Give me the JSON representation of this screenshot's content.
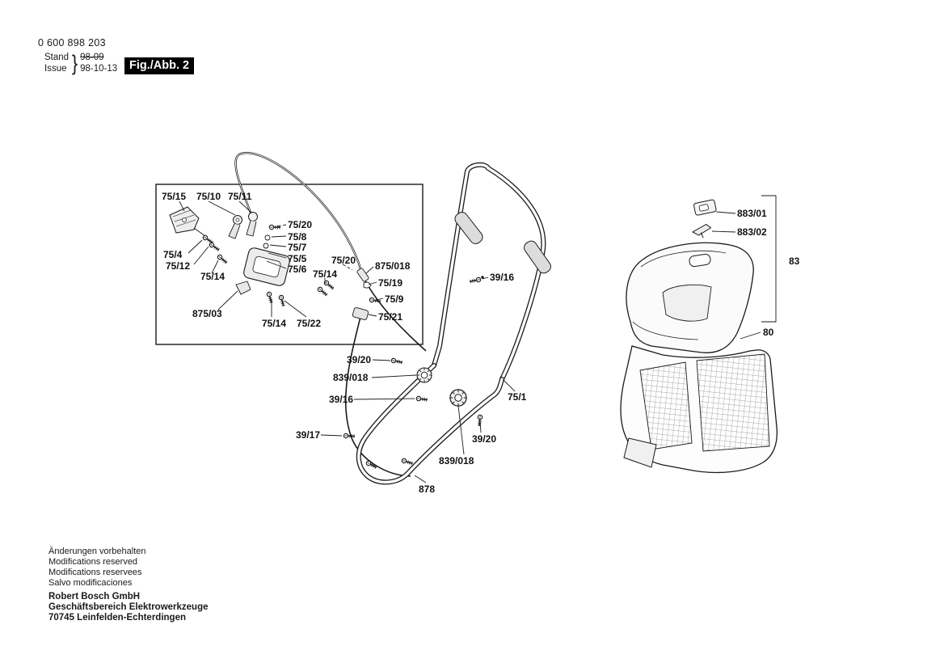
{
  "header": {
    "part_number": "0 600 898 203",
    "stand_label": "Stand",
    "issue_label": "Issue",
    "brace": "}",
    "stand_value": "98-09",
    "issue_value": "98-10-13",
    "figure_label": "Fig./Abb. 2"
  },
  "labels": [
    {
      "text": "75/15"
    },
    {
      "text": "75/10"
    },
    {
      "text": "75/11"
    },
    {
      "text": "75/20"
    },
    {
      "text": "75/8"
    },
    {
      "text": "75/7"
    },
    {
      "text": "75/5"
    },
    {
      "text": "75/6"
    },
    {
      "text": "75/4"
    },
    {
      "text": "75/12"
    },
    {
      "text": "75/14"
    },
    {
      "text": "75/20"
    },
    {
      "text": "75/14"
    },
    {
      "text": "875/018"
    },
    {
      "text": "75/19"
    },
    {
      "text": "75/9"
    },
    {
      "text": "875/03"
    },
    {
      "text": "75/14"
    },
    {
      "text": "75/22"
    },
    {
      "text": "75/21"
    },
    {
      "text": "39/16"
    },
    {
      "text": "39/20"
    },
    {
      "text": "839/018"
    },
    {
      "text": "39/16"
    },
    {
      "text": "75/1"
    },
    {
      "text": "39/17"
    },
    {
      "text": "39/20"
    },
    {
      "text": "839/018"
    },
    {
      "text": "878"
    },
    {
      "text": "883/01"
    },
    {
      "text": "883/02"
    },
    {
      "text": "83"
    },
    {
      "text": "80"
    }
  ],
  "footer": {
    "notes": [
      "Änderungen vorbehalten",
      "Modifications reserved",
      "Modifications reservees",
      "Salvo modificaciones"
    ],
    "company": [
      "Robert Bosch GmbH",
      "Geschäftsbereich Elektrowerkzeuge",
      "70745 Leinfelden-Echterdingen"
    ]
  },
  "colors": {
    "line": "#1a1a1a",
    "badge_bg": "#000000",
    "badge_fg": "#ffffff"
  }
}
